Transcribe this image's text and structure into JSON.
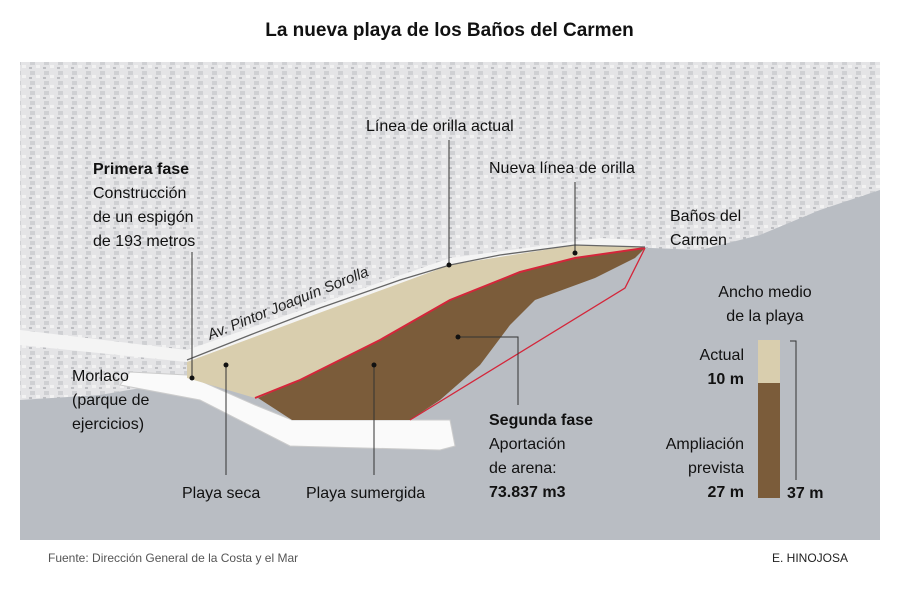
{
  "title": "La nueva playa de los Baños del Carmen",
  "labels": {
    "linea_actual": "Línea de orilla actual",
    "nueva_linea": "Nueva línea de orilla",
    "primera_fase": "Primera fase",
    "primera_desc": [
      "Construcción",
      "de un espigón",
      "de 193 metros"
    ],
    "banos": [
      "Baños del",
      "Carmen"
    ],
    "avenida": "Av. Pintor Joaquín Sorolla",
    "morlaco": [
      "Morlaco",
      "(parque de",
      "ejercicios)"
    ],
    "playa_seca": "Playa seca",
    "playa_sumergida": "Playa sumergida",
    "segunda_fase": "Segunda fase",
    "segunda_desc": [
      "Aportación",
      "de arena:",
      "73.837 m3"
    ]
  },
  "width_chart": {
    "title": [
      "Ancho medio",
      "de la playa"
    ],
    "actual_label": "Actual",
    "actual_value": "10 m",
    "actual_m": 10,
    "ampliacion_label": [
      "Ampliación",
      "prevista"
    ],
    "ampliacion_value": "27 m",
    "ampliacion_m": 27,
    "total": "37 m",
    "colors": {
      "actual": "#d9ceae",
      "ampliacion": "#7b5c3a",
      "red": "#d4263a"
    }
  },
  "footer": {
    "source": "Fuente: Dirección General de la Costa y el Mar",
    "author": "E. HINOJOSA"
  }
}
